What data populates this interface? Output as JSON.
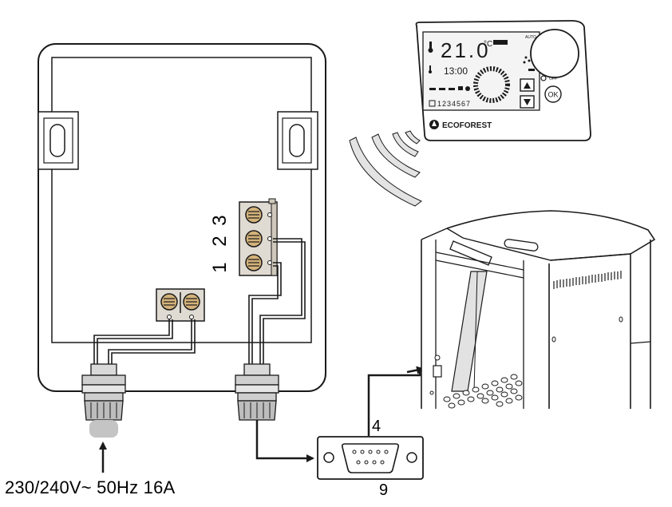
{
  "labels": {
    "power_supply": "230/240V~ 50Hz 16A",
    "connector_pin_4": "4",
    "connector_pin_9": "9",
    "terminal_1": "1",
    "terminal_2": "2",
    "terminal_3": "3"
  },
  "thermostat": {
    "temperature": "21.0",
    "unit": "°C",
    "time": "13:00",
    "mode_label": "AUTO",
    "off_label": "OFF",
    "ok_label": "OK",
    "days": "1234567",
    "brand": "ECOFOREST"
  },
  "icons": [
    "thermometer-icon",
    "wireless-signal-icon",
    "arrow-up-icon",
    "arrow-down-icon",
    "flame-icon",
    "fan-icon",
    "clock-icon"
  ]
}
